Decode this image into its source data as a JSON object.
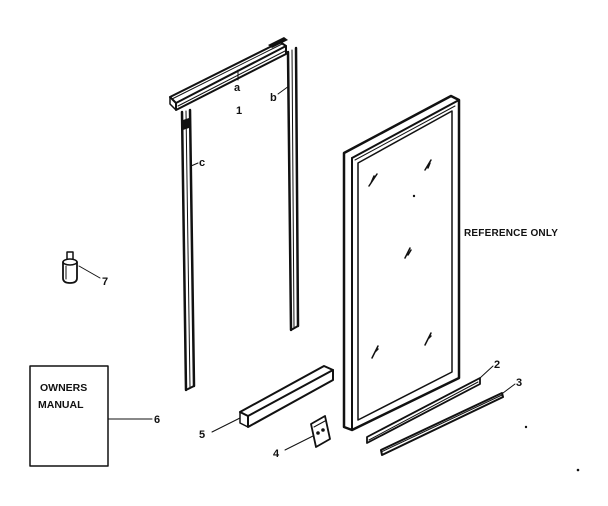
{
  "callouts": {
    "a": "a",
    "b": "b",
    "c": "c",
    "frame_number": "1",
    "p2": "2",
    "p3": "3",
    "p4": "4",
    "p5": "5",
    "p6": "6",
    "p7": "7"
  },
  "reference_note": "REFERENCE ONLY",
  "manual": {
    "line1": "OWNERS",
    "line2": "MANUAL"
  },
  "colors": {
    "ink": "#111111",
    "paper": "#ffffff"
  }
}
